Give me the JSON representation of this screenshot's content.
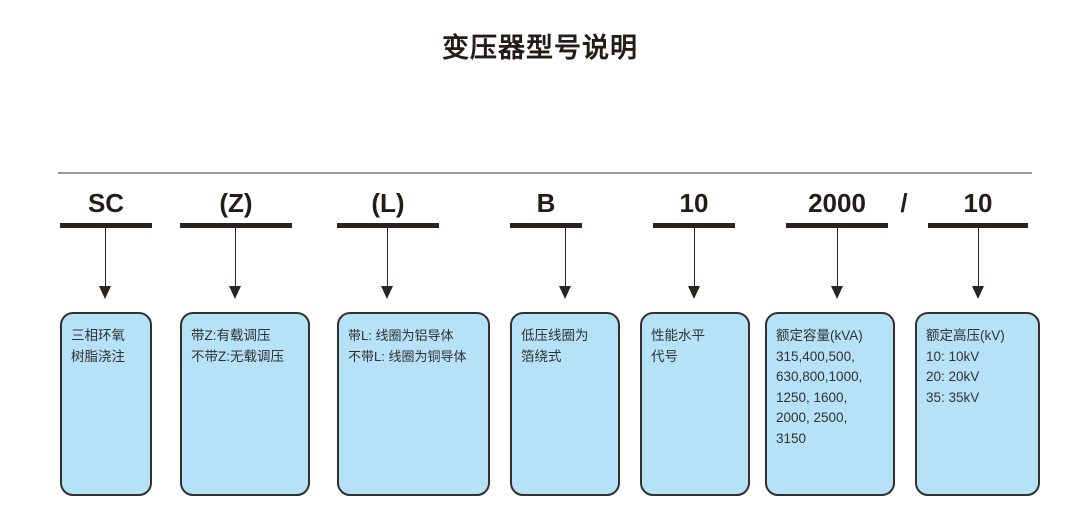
{
  "title": "变压器型号说明",
  "rule": {
    "visible": true,
    "color": "#9b9b9b"
  },
  "colors": {
    "box_fill": "#b5e2f8",
    "box_stroke": "#33302e",
    "text": "#241c19",
    "rule": "#9b9b9b"
  },
  "separator": {
    "label": "/"
  },
  "segments": [
    {
      "code": "SC",
      "lines": [
        "三相环氧",
        "树脂浇注"
      ]
    },
    {
      "code": "(Z)",
      "lines": [
        "带Z:有载调压",
        "不带Z:无载调压"
      ]
    },
    {
      "code": "(L)",
      "lines": [
        "带L: 线圈为铝导体",
        "不带L: 线圈为铜导体"
      ]
    },
    {
      "code": "B",
      "lines": [
        "低压线圈为",
        "箔绕式"
      ]
    },
    {
      "code": "10",
      "lines": [
        "性能水平",
        "代号"
      ]
    },
    {
      "code": "2000",
      "lines": [
        "额定容量(kVA)",
        "315,400,500,",
        "630,800,1000,",
        "1250, 1600,",
        "2000, 2500,",
        "3150"
      ]
    },
    {
      "code": "10",
      "lines": [
        "额定高压(kV)",
        "10: 10kV",
        "20: 20kV",
        "35: 35kV"
      ]
    }
  ]
}
